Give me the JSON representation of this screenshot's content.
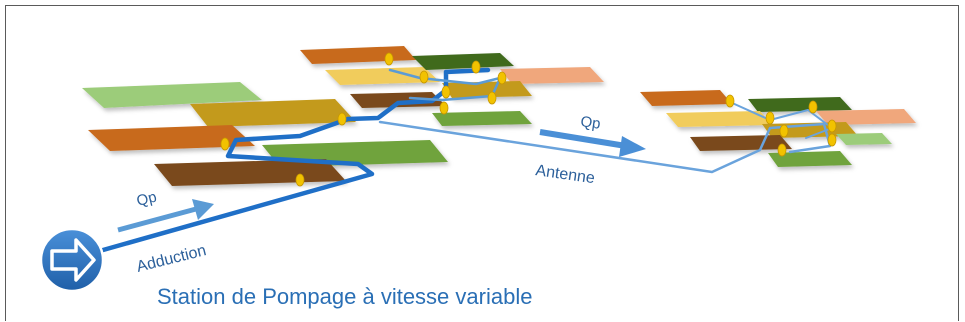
{
  "title": "Station de Pompage à vitesse variable",
  "labels": {
    "flow_left": "Qp",
    "flow_right": "Qp",
    "adduction": "Adduction",
    "antenne": "Antenne"
  },
  "colors": {
    "pipe_main": "#1f6fc7",
    "pipe_light": "#5b9bd5",
    "pump_fill": "#2e75b6",
    "title_text": "#2a6fb5",
    "label_text": "#2b5f9a",
    "node": "#f2c200"
  },
  "icons": {
    "pump": "pump-station-arrow-icon",
    "node": "hydrant-node-icon"
  }
}
